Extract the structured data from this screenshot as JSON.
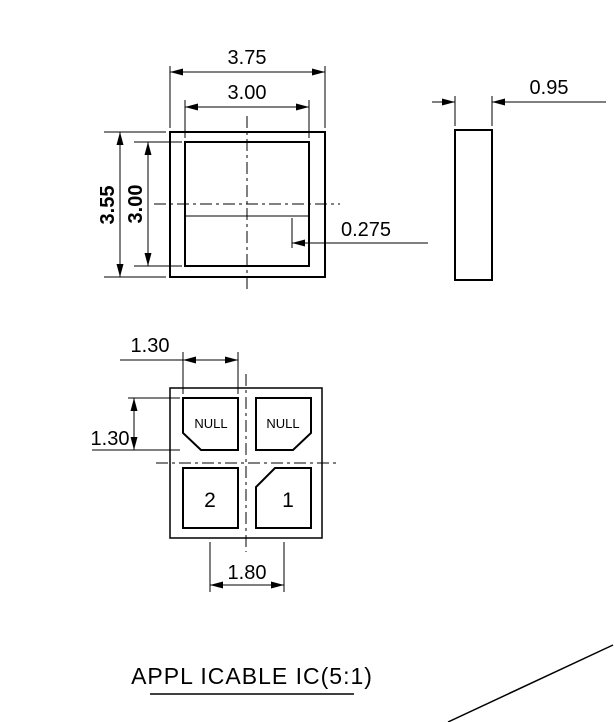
{
  "colors": {
    "line": "#000000",
    "background": "#ffffff"
  },
  "top_view": {
    "outer_width": "3.75",
    "inner_width": "3.00",
    "outer_height": "3.55",
    "inner_height": "3.00",
    "edge_offset": "0.275"
  },
  "side_view": {
    "thickness": "0.95"
  },
  "pad_view": {
    "pad_width": "1.30",
    "pad_height": "1.30",
    "pad_pitch": "1.80",
    "pads": {
      "top_left": "NULL",
      "top_right": "NULL",
      "bottom_left": "2",
      "bottom_right": "1"
    }
  },
  "caption": "APPL ICABLE IC(5:1)"
}
